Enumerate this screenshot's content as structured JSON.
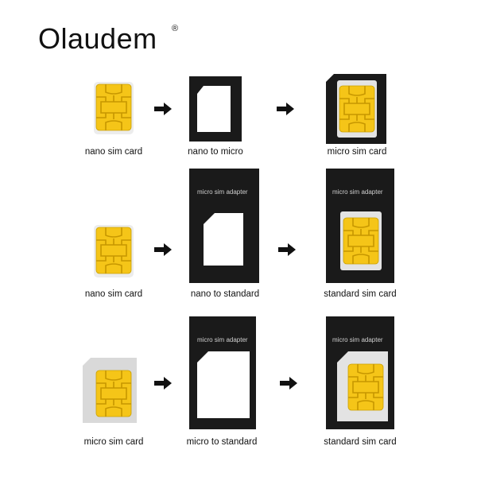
{
  "brand": {
    "name": "Olaudem",
    "registered": "®"
  },
  "adapter_label": "micro sim adapter",
  "rows": [
    {
      "captions": [
        "nano sim card",
        "nano to micro",
        "micro sim card"
      ]
    },
    {
      "captions": [
        "nano sim card",
        "nano to standard",
        "standard sim card"
      ]
    },
    {
      "captions": [
        "micro sim card",
        "micro  to  standard",
        "standard sim card"
      ]
    }
  ],
  "colors": {
    "chip": "#f5c518",
    "chip_dark": "#d7a500",
    "adapter": "#1a1a1a",
    "card_bg": "#e9e9e9",
    "arrow": "#111111",
    "text": "#111111"
  },
  "icons": [
    "sim-card-icon",
    "arrow-right-icon",
    "sim-adapter-icon"
  ]
}
